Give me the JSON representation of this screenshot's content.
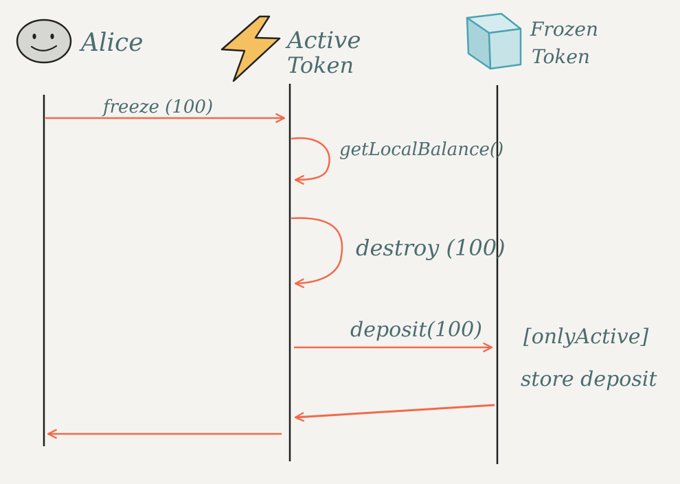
{
  "participants": [
    {
      "name": "Alice",
      "icon": "smiley-face-icon"
    },
    {
      "name_line1": "Active",
      "name_line2": "Token",
      "icon": "lightning-bolt-icon"
    },
    {
      "name_line1": "Frozen",
      "name_line2": "Token",
      "icon": "cube-icon"
    }
  ],
  "messages": {
    "freeze": "freeze (100)",
    "get_local_balance": "getLocalBalance()",
    "destroy": "destroy (100)",
    "deposit": "deposit(100)"
  },
  "notes": {
    "guard": "[onlyActive]",
    "store": "store deposit"
  },
  "colors": {
    "background": "#f5f3f0",
    "lifeline": "#1e1e1e",
    "arrow": "#f2694a",
    "text": "#4a6d70",
    "bolt": "#f5c160",
    "cube": "#b9dde2",
    "cube_stroke": "#4aa3b0",
    "face": "#d6d6d3"
  }
}
